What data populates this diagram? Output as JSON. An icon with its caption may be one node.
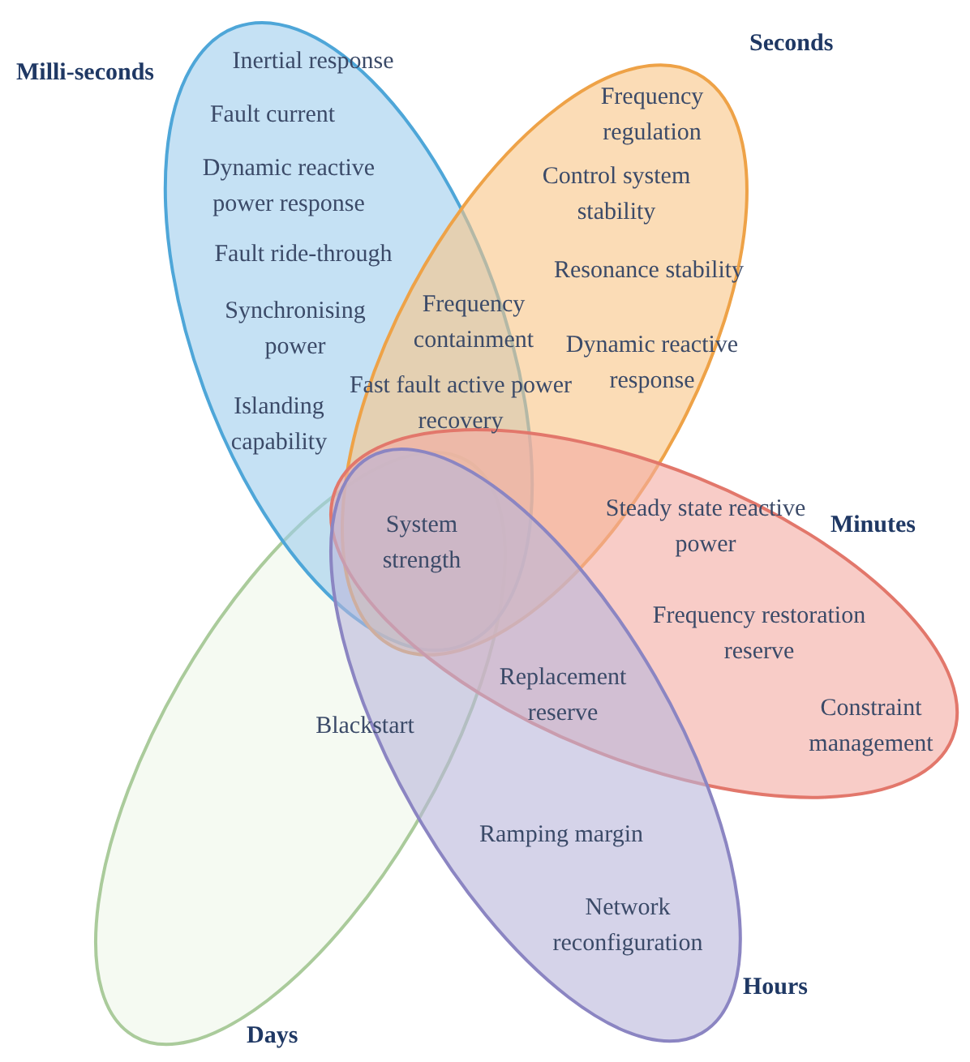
{
  "diagram": {
    "nodes": [
      {
        "text": [
          "Milli-seconds"
        ]
      },
      {
        "text": [
          "Seconds"
        ]
      },
      {
        "text": [
          "Minutes"
        ]
      },
      {
        "text": [
          "Hours"
        ]
      },
      {
        "text": [
          "Days"
        ]
      }
    ],
    "edges": [],
    "labels": [
      "Inertial response",
      "Fault current",
      "Frequency regulation",
      "Dynamic reactive power response",
      "Control system stability",
      "Fault ride-through",
      "Resonance stability",
      "Synchronising power",
      "Frequency containment",
      "Dynamic reactive response",
      "Fast fault active power recovery",
      "Islanding capability",
      "Steady state reactive power",
      "System strength",
      "Frequency restoration reserve",
      "Replacement reserve",
      "Blackstart",
      "Constraint management",
      "Ramping margin",
      "Network reconfiguration"
    ]
  }
}
